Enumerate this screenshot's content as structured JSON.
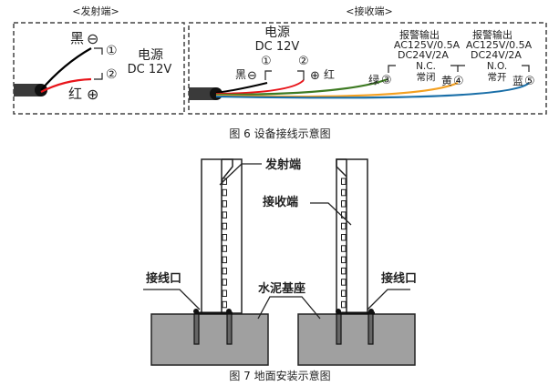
{
  "figure6": {
    "caption": "图 6 设备接线示意图",
    "transmitter": {
      "title": "<发射端>",
      "power_label": "电源",
      "power_voltage": "DC 12V",
      "wires": [
        {
          "terminal": "①",
          "color_name": "黑",
          "polarity": "⊖",
          "color": "#000000"
        },
        {
          "terminal": "②",
          "color_name": "红",
          "polarity": "⊕",
          "color": "#e8141a"
        }
      ]
    },
    "receiver": {
      "title": "<接收端>",
      "power_label": "电源",
      "power_voltage": "DC 12V",
      "wires": [
        {
          "terminal": "①",
          "color_name": "黑",
          "polarity": "⊖",
          "color": "#000000"
        },
        {
          "terminal": "②",
          "color_name": "红",
          "polarity": "⊕",
          "color": "#e8141a"
        },
        {
          "terminal": "③",
          "color_name": "绿",
          "color": "#3d7a22"
        },
        {
          "terminal": "④",
          "color_name": "黄",
          "color": "#f4a020"
        },
        {
          "terminal": "⑤",
          "color_name": "蓝",
          "color": "#1a6fa8"
        }
      ],
      "alarm_outputs": [
        {
          "title": "报警输出",
          "ac_rating": "AC125V/0.5A",
          "dc_rating": "DC24V/2A",
          "contact": "N.C.",
          "contact_cn": "常闭"
        },
        {
          "title": "报警输出",
          "ac_rating": "AC125V/0.5A",
          "dc_rating": "DC24V/2A",
          "contact": "N.O.",
          "contact_cn": "常开"
        }
      ]
    }
  },
  "figure7": {
    "caption": "图 7 地面安装示意图",
    "labels": {
      "transmitter": "发射端",
      "receiver": "接收端",
      "wiring_port_left": "接线口",
      "wiring_port_right": "接线口",
      "concrete_base": "水泥基座"
    },
    "colors": {
      "concrete": "#a0a0a0"
    }
  }
}
